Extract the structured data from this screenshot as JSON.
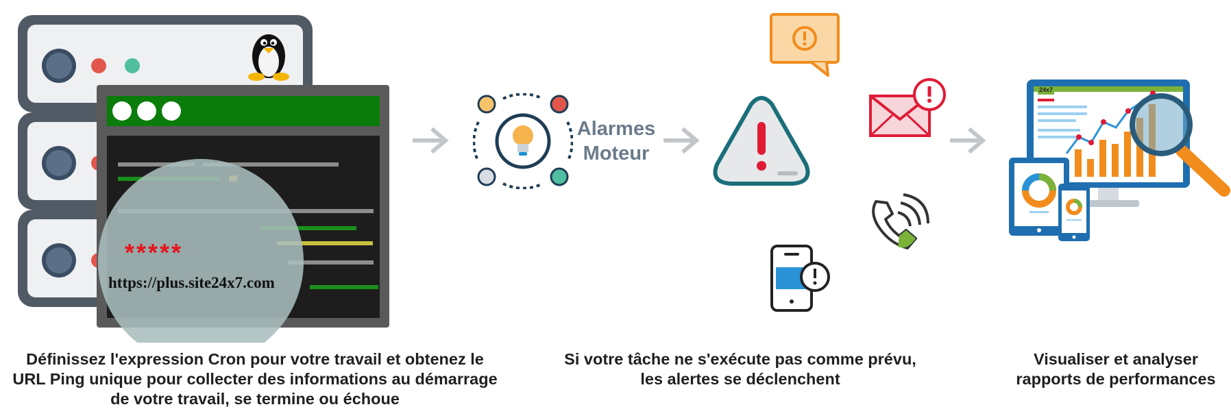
{
  "step1": {
    "url": "https://plus.site24x7.com",
    "masked": "*****",
    "caption_lines": [
      "Définissez l'expression Cron pour votre travail et obtenez le",
      "URL Ping unique pour collecter des informations au démarrage",
      "de votre travail, se termine ou échoue"
    ]
  },
  "engine": {
    "label_line1": "Alarmes",
    "label_line2": "Moteur"
  },
  "step2": {
    "caption_lines": [
      "Si votre tâche ne s'exécute pas comme prévu,",
      "les alertes se déclenchent"
    ]
  },
  "step3": {
    "brand": "24x7",
    "caption_lines": [
      "Visualiser et analyser",
      "rapports de performances"
    ]
  },
  "colors": {
    "server": "#505a65",
    "terminal_green": "#0a7c0a",
    "alert_red": "#e01b36",
    "accent_orange": "#f28c1c",
    "monitor_blue": "#1f6fb0"
  }
}
